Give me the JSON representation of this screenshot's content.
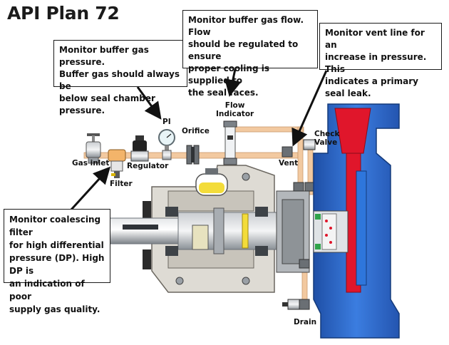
{
  "title": "API Plan 72",
  "callouts": {
    "buffer_pressure": "Monitor buffer gas pressure.\nBuffer gas should always be\nbelow seal chamber pressure.",
    "buffer_flow": "Monitor buffer gas flow. Flow\nshould be regulated to ensure\nproper cooling is supplied to\nthe seal faces.",
    "vent_line": "Monitor vent line for an\nincrease in pressure. This\nindicates a primary seal leak.",
    "filter": "Monitor coalescing filter\nfor high differential\npressure (DP). High DP is\nan indication of poor\nsupply gas quality."
  },
  "labels": {
    "gas_inlet": "Gas inlet",
    "filter": "Filter",
    "regulator": "Regulator",
    "pi": "PI",
    "orifice": "Orifice",
    "flow_indicator": "Flow\nIndicator",
    "check_valve": "Check\nValve",
    "vent": "Vent",
    "drain": "Drain"
  },
  "colors": {
    "pump_casing_blue": "#2f6fd6",
    "impeller_red": "#e0162b",
    "bearing_housing": "#dedbd4",
    "pipe_tan": "#f2c9a0",
    "shaft_gray": "#9ea3a8",
    "oil_yellow": "#f3dc3a"
  }
}
